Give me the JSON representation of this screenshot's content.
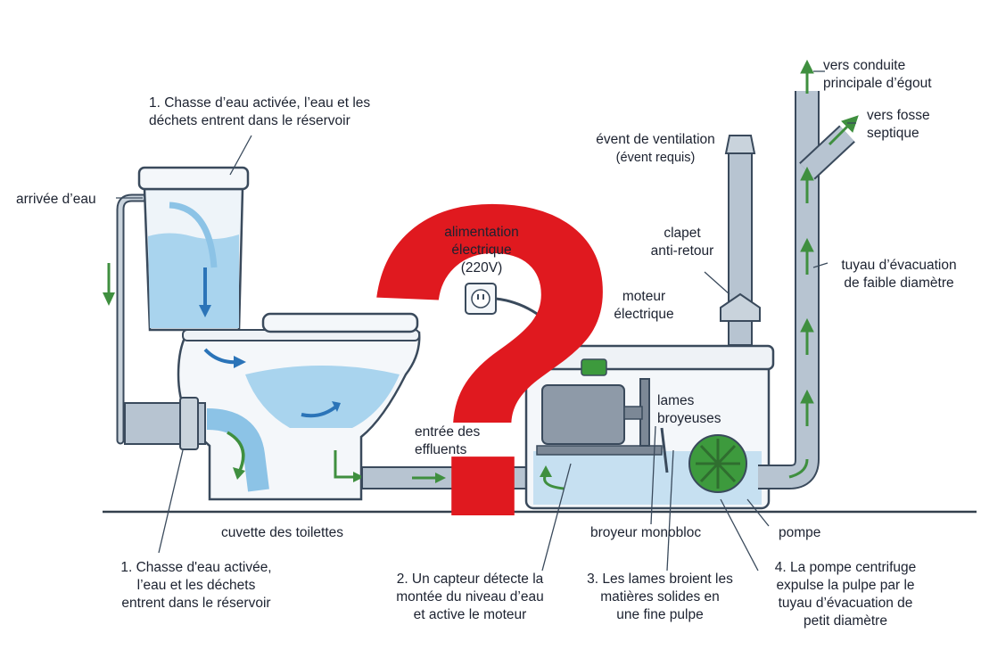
{
  "colors": {
    "outline": "#3a4a5c",
    "water": "#a9d4ee",
    "water_deep": "#8cc3e6",
    "flow_arrow": "#2b74b8",
    "green_arrow": "#3f8f3f",
    "pipe": "#b7c4d1",
    "tank_body": "#f4f7fa",
    "motor": "#8e9aa8",
    "pump": "#3d9a3d",
    "question_mark": "#e0191f",
    "floor": "#34404d"
  },
  "icons": {
    "question_mark": "question-mark-icon",
    "outlet": "power-outlet-icon",
    "flow_arrows": "arrow-icon"
  },
  "question_mark_glyph": "?",
  "labels": {
    "top_step1": "1. Chasse d’eau activée, l’eau et les\ndéchets entrent dans le réservoir",
    "water_inlet": "arrivée d’eau",
    "power_supply": "alimentation\nélectrique",
    "power_voltage": "(220V)",
    "vent": "évent de ventilation",
    "vent_note": "(évent requis)",
    "check_valve": "clapet\nanti-retour",
    "motor": "moteur\nélectrique",
    "blades": "lames\nbroyeuses",
    "inlet": "entrée des\neffluents",
    "sewer": "vers conduite\nprincipale d’égout",
    "septic": "vers fosse\nseptique",
    "drain_pipe": "tuyau d’évacuation\nde faible diamètre",
    "bowl": "cuvette des toilettes",
    "unit": "broyeur monobloc",
    "pump": "pompe",
    "step1": "1. Chasse d'eau activée,\nl’eau et les déchets\nentrent dans le réservoir",
    "step2": "2. Un capteur détecte la\nmontée du niveau d’eau\net active le moteur",
    "step3": "3. Les lames broient les\nmatières solides en\nune fine pulpe",
    "step4": "4. La pompe centrifuge\nexpulse la pulpe par le\ntuyau d’évacuation de\npetit diamètre"
  }
}
